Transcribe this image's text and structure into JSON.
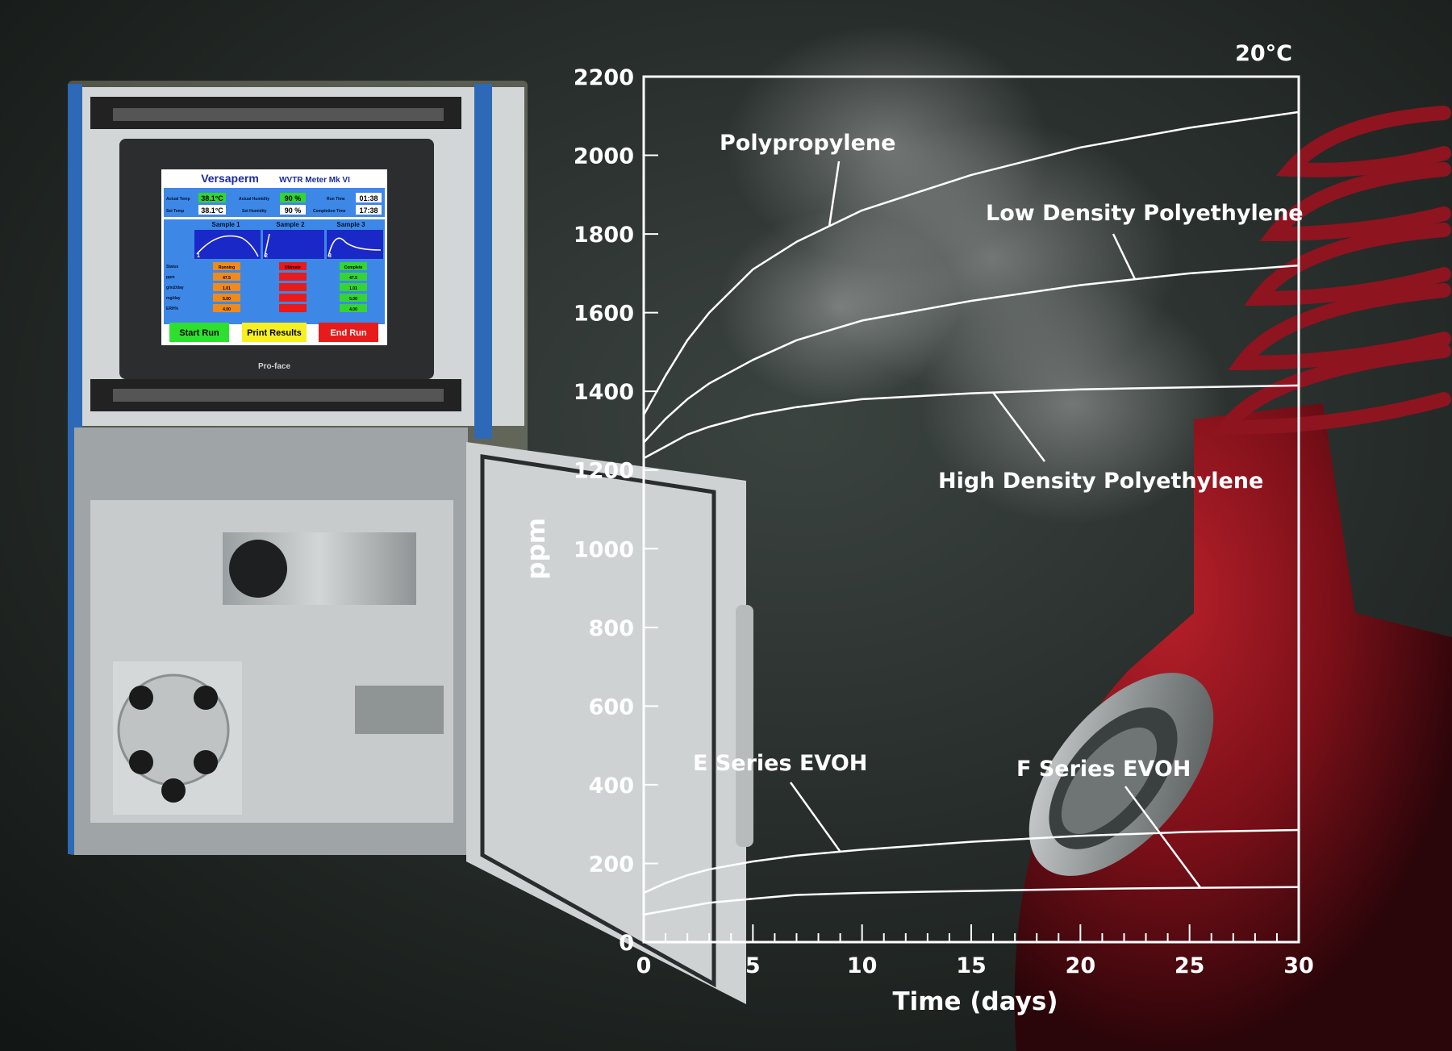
{
  "screen": {
    "brand": "Versaperm",
    "title": "WVTR Meter Mk VI",
    "actual_temp_label": "Actual Temp",
    "actual_temp_value": "38.1°C",
    "set_temp_label": "Set Temp",
    "set_temp_value": "38.1°C",
    "actual_humidity_label": "Actual Humidity",
    "actual_humidity_value": "90 %",
    "set_humidity_label": "Set Humidity",
    "set_humidity_value": "90 %",
    "run_time_label": "Run Time",
    "run_time_value": "01:38",
    "completion_time_label": "Completion Time",
    "completion_time_value": "17:38",
    "samples": [
      "Sample 1",
      "Sample 2",
      "Sample 3"
    ],
    "sample_numbers": [
      "1",
      "2",
      "3"
    ],
    "row_labels": [
      "Status",
      "ppm",
      "g/m2/day",
      "mg/day",
      "ERH%"
    ],
    "col1_values": [
      "Running",
      "47.5",
      "1.01",
      "5.00",
      "4.00"
    ],
    "col2_values": [
      "Ultimate",
      "",
      "",
      "",
      ""
    ],
    "col3_values": [
      "Complete",
      "47.5",
      "1.01",
      "5.00",
      "4.00"
    ],
    "buttons": {
      "start": "Start Run",
      "print": "Print Results",
      "end": "End Run"
    },
    "bezel_logo": "Pro-face"
  },
  "chart_data": {
    "type": "line",
    "title": "20°C",
    "xlabel": "Time (days)",
    "ylabel": "ppm",
    "xlim": [
      0,
      30
    ],
    "ylim": [
      0,
      2200
    ],
    "x_ticks": [
      0,
      5,
      10,
      15,
      20,
      25,
      30
    ],
    "y_ticks": [
      0,
      200,
      400,
      600,
      800,
      1000,
      1200,
      1400,
      1600,
      1800,
      2000,
      2200
    ],
    "grid": false,
    "series": [
      {
        "name": "Polypropylene",
        "x": [
          0,
          1,
          2,
          3,
          5,
          7,
          10,
          15,
          20,
          25,
          30
        ],
        "y": [
          1340,
          1440,
          1530,
          1600,
          1710,
          1780,
          1860,
          1950,
          2020,
          2070,
          2110
        ]
      },
      {
        "name": "Low Density Polyethylene",
        "x": [
          0,
          1,
          2,
          3,
          5,
          7,
          10,
          15,
          20,
          25,
          30
        ],
        "y": [
          1270,
          1330,
          1380,
          1420,
          1480,
          1530,
          1580,
          1630,
          1670,
          1700,
          1720
        ]
      },
      {
        "name": "High Density Polyethylene",
        "x": [
          0,
          1,
          2,
          3,
          5,
          7,
          10,
          15,
          20,
          25,
          30
        ],
        "y": [
          1230,
          1260,
          1290,
          1310,
          1340,
          1360,
          1380,
          1395,
          1405,
          1410,
          1415
        ]
      },
      {
        "name": "E Series EVOH",
        "x": [
          0,
          1,
          2,
          3,
          5,
          7,
          10,
          15,
          20,
          25,
          30
        ],
        "y": [
          125,
          150,
          170,
          185,
          205,
          220,
          235,
          255,
          270,
          280,
          285
        ]
      },
      {
        "name": "F Series EVOH",
        "x": [
          0,
          1,
          2,
          3,
          5,
          7,
          10,
          15,
          20,
          25,
          30
        ],
        "y": [
          70,
          80,
          90,
          100,
          110,
          120,
          125,
          130,
          135,
          138,
          140
        ]
      }
    ]
  }
}
